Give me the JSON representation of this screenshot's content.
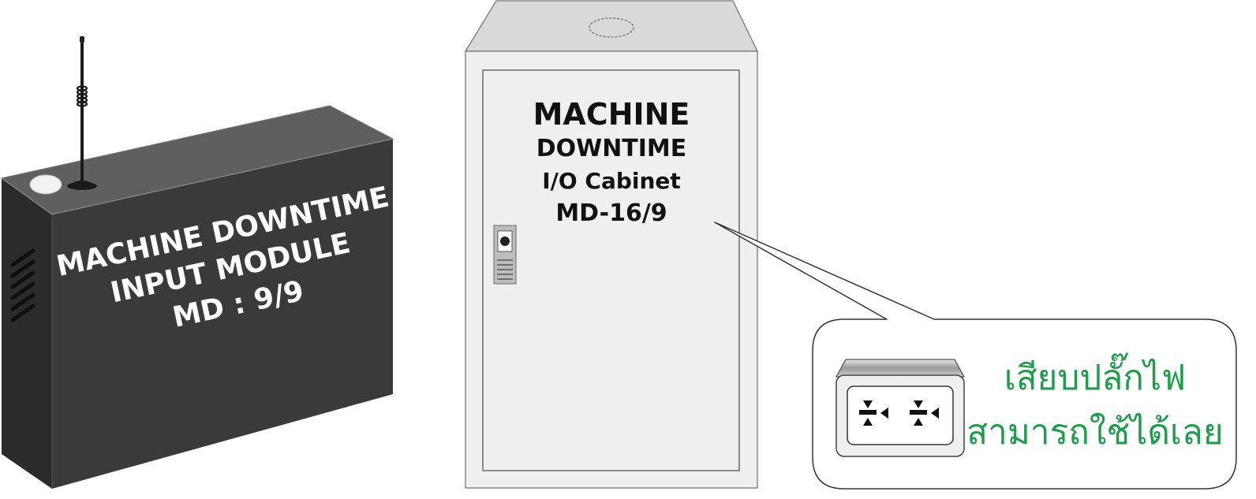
{
  "input_module": {
    "label_line1": "MACHINE DOWNTIME",
    "label_line2": "INPUT MODULE",
    "label_line3": "MD : 9/9",
    "body_color": "#3a3a3a",
    "top_color": "#5f5f5f",
    "side_color": "#2b2b2b"
  },
  "cabinet": {
    "label_line1": "MACHINE",
    "label_line2": "DOWNTIME",
    "label_line3": "I/O Cabinet",
    "label_line4": "MD-16/9",
    "body_color": "#f0f0f0",
    "top_color": "#d9d9d9"
  },
  "callout": {
    "text_line1": "เสียบปลั๊กไฟ",
    "text_line2": "สามารถใช้ได้เลย",
    "text_color": "#1e9e4a",
    "icon": "power-outlet-icon"
  }
}
